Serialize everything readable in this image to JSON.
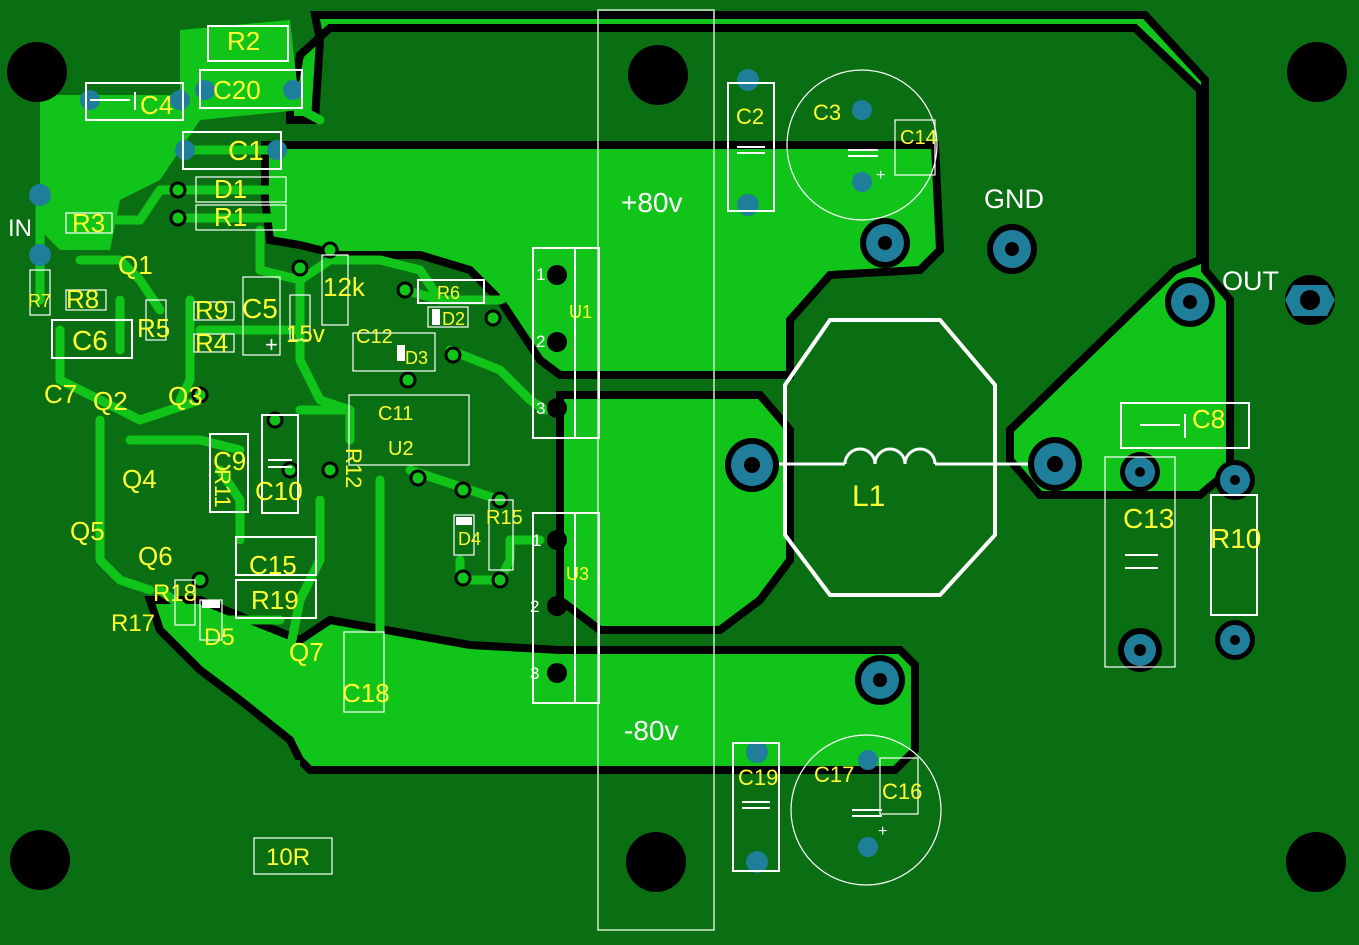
{
  "colors": {
    "board": "#0a6e12",
    "copper": "#11c41a",
    "gap": "#000000",
    "pad": "#1f7f9a",
    "silk": "#ffffff",
    "label": "#ffff33"
  },
  "net_labels": {
    "pos_rail": "+80v",
    "neg_rail": "-80v",
    "ground": "GND",
    "output": "OUT",
    "input": "IN"
  },
  "components": {
    "r2": "R2",
    "c20": "C20",
    "c4": "C4",
    "c1": "C1",
    "d1": "D1",
    "r1": "R1",
    "r3": "R3",
    "q1": "Q1",
    "r7": "R7",
    "r8": "R8",
    "c6": "C6",
    "r5": "R5",
    "r9": "R9",
    "c5": "C5",
    "r4": "R4",
    "c7": "C7",
    "q2": "Q2",
    "q3": "Q3",
    "z12": "12k",
    "z15": "15v",
    "r6": "R6",
    "d2": "D2",
    "c12": "C12",
    "d3": "D3",
    "c11": "C11",
    "u2": "U2",
    "r12": "R12",
    "c9": "C9",
    "r11": "R11",
    "c10": "C10",
    "q4": "Q4",
    "q5": "Q5",
    "q6": "Q6",
    "c15": "C15",
    "r19": "R19",
    "r18": "R18",
    "r17": "R17",
    "d5": "D5",
    "q7": "Q7",
    "c18": "C18",
    "d4": "D4",
    "r15": "R15",
    "u1": "U1",
    "u3": "U3",
    "c2": "C2",
    "c3": "C3",
    "c14": "C14",
    "l1": "L1",
    "c8": "C8",
    "c13": "C13",
    "r10": "R10",
    "c19": "C19",
    "c17": "C17",
    "c16": "C16",
    "r10r": "10R"
  },
  "pin_numbers": {
    "u1_p1": "1",
    "u1_p2": "2",
    "u1_p3": "3",
    "u3_p1": "1",
    "u3_p2": "2",
    "u3_p3": "3"
  },
  "polarity": {
    "c3_plus": "+",
    "c5_plus": "+",
    "c17_plus": "+"
  }
}
